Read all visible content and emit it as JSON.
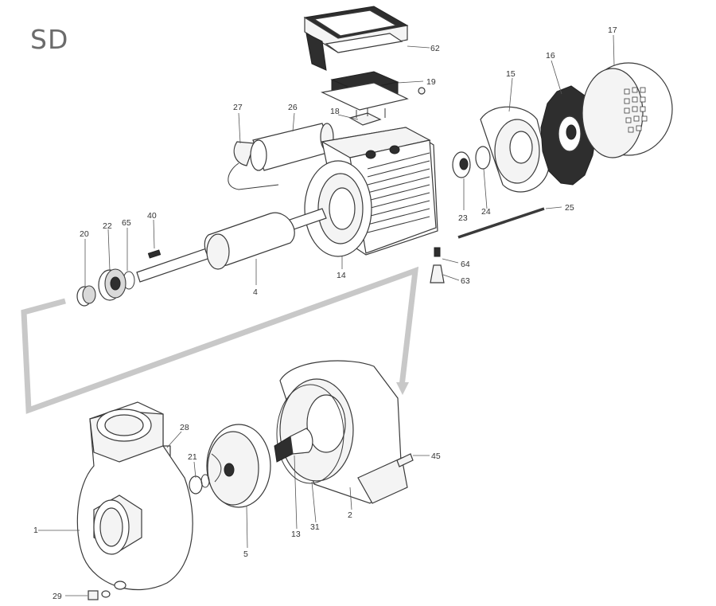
{
  "title": "SD",
  "callouts": [
    {
      "id": "62",
      "label": "62"
    },
    {
      "id": "19",
      "label": "19"
    },
    {
      "id": "18",
      "label": "18"
    },
    {
      "id": "27",
      "label": "27"
    },
    {
      "id": "26",
      "label": "26"
    },
    {
      "id": "15",
      "label": "15"
    },
    {
      "id": "16",
      "label": "16"
    },
    {
      "id": "17",
      "label": "17"
    },
    {
      "id": "23",
      "label": "23"
    },
    {
      "id": "24",
      "label": "24"
    },
    {
      "id": "25",
      "label": "25"
    },
    {
      "id": "14",
      "label": "14"
    },
    {
      "id": "64",
      "label": "64"
    },
    {
      "id": "63",
      "label": "63"
    },
    {
      "id": "20",
      "label": "20"
    },
    {
      "id": "22",
      "label": "22"
    },
    {
      "id": "65",
      "label": "65"
    },
    {
      "id": "40",
      "label": "40"
    },
    {
      "id": "4",
      "label": "4"
    },
    {
      "id": "28",
      "label": "28"
    },
    {
      "id": "21",
      "label": "21"
    },
    {
      "id": "1",
      "label": "1"
    },
    {
      "id": "5",
      "label": "5"
    },
    {
      "id": "13",
      "label": "13"
    },
    {
      "id": "31",
      "label": "31"
    },
    {
      "id": "2",
      "label": "2"
    },
    {
      "id": "45",
      "label": "45"
    },
    {
      "id": "29",
      "label": "29"
    }
  ],
  "colors": {
    "line": "#3a3a3a",
    "connector": "#c8c8c8",
    "title": "#6b6b6b"
  }
}
